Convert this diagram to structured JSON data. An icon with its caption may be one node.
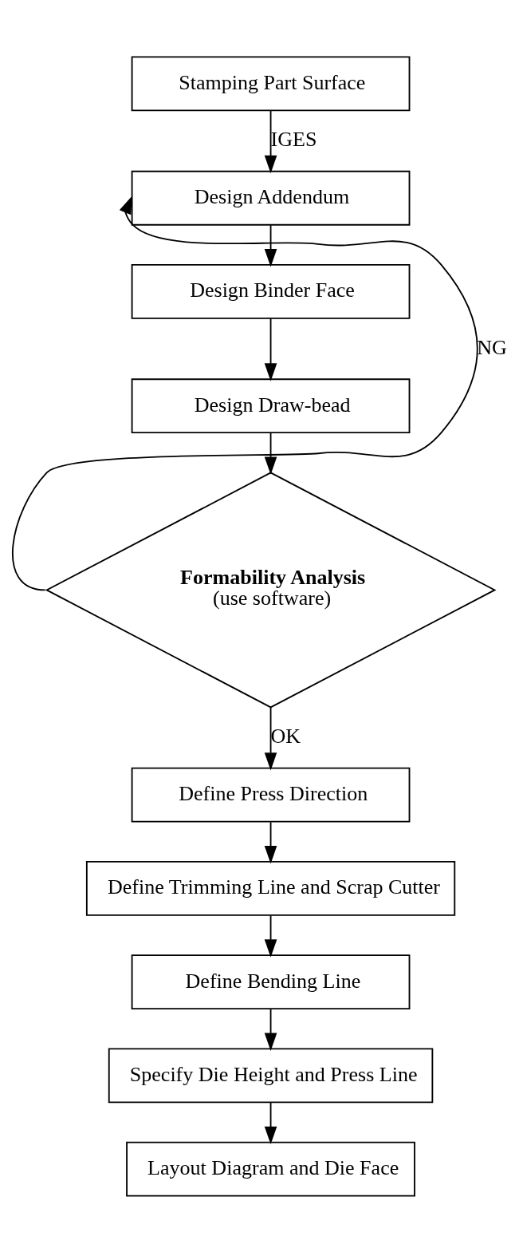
{
  "diagram": {
    "nodes": [
      {
        "text": [
          "Stamping Part Surface"
        ]
      },
      {
        "text": [
          "Design Addendum"
        ]
      },
      {
        "text": [
          "Design Binder Face"
        ]
      },
      {
        "text": [
          "Design Draw-bead"
        ]
      },
      {
        "text": [
          "Formability Analysis",
          "(use software)"
        ]
      },
      {
        "text": [
          "Define Press Direction"
        ]
      },
      {
        "text": [
          "Define Trimming Line and Scrap Cutter"
        ]
      },
      {
        "text": [
          "Define Bending Line"
        ]
      },
      {
        "text": [
          "Specify Die Height and Press Line"
        ]
      },
      {
        "text": [
          "Layout Diagram and Die Face"
        ]
      }
    ],
    "edges": [
      {
        "from": 0,
        "to": 1,
        "arrow": "to",
        "label": "IGES"
      },
      {
        "from": 1,
        "to": 2,
        "arrow": "to"
      },
      {
        "from": 2,
        "to": 3,
        "arrow": "to"
      },
      {
        "from": 3,
        "to": 4,
        "arrow": "to"
      },
      {
        "from": 4,
        "to": 1,
        "arrow": "to",
        "label": "NG"
      },
      {
        "from": 4,
        "to": 5,
        "arrow": "to",
        "label": "OK"
      },
      {
        "from": 5,
        "to": 6,
        "arrow": "to"
      },
      {
        "from": 6,
        "to": 7,
        "arrow": "to"
      },
      {
        "from": 7,
        "to": 8,
        "arrow": "to"
      },
      {
        "from": 8,
        "to": 9,
        "arrow": "to"
      }
    ]
  }
}
